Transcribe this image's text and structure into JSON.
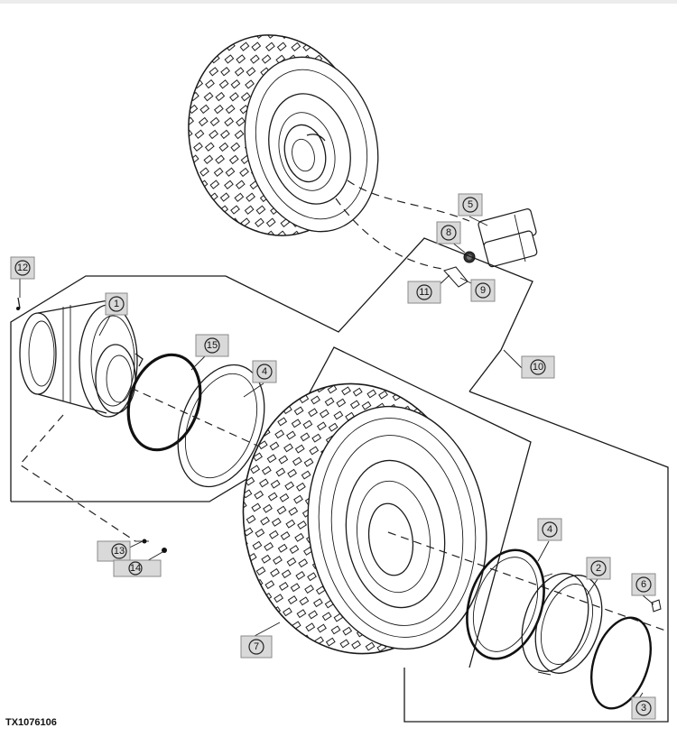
{
  "callouts": [
    {
      "id": "1",
      "label": "1"
    },
    {
      "id": "2",
      "label": "2"
    },
    {
      "id": "3",
      "label": "3"
    },
    {
      "id": "4a",
      "label": "4"
    },
    {
      "id": "4b",
      "label": "4"
    },
    {
      "id": "5",
      "label": "5"
    },
    {
      "id": "6",
      "label": "6"
    },
    {
      "id": "7",
      "label": "7"
    },
    {
      "id": "8",
      "label": "8"
    },
    {
      "id": "9",
      "label": "9"
    },
    {
      "id": "10",
      "label": "10"
    },
    {
      "id": "11",
      "label": "11"
    },
    {
      "id": "12",
      "label": "12"
    },
    {
      "id": "13",
      "label": "13"
    },
    {
      "id": "14",
      "label": "14"
    },
    {
      "id": "15",
      "label": "15"
    }
  ],
  "figure_ref": "TX1076106"
}
